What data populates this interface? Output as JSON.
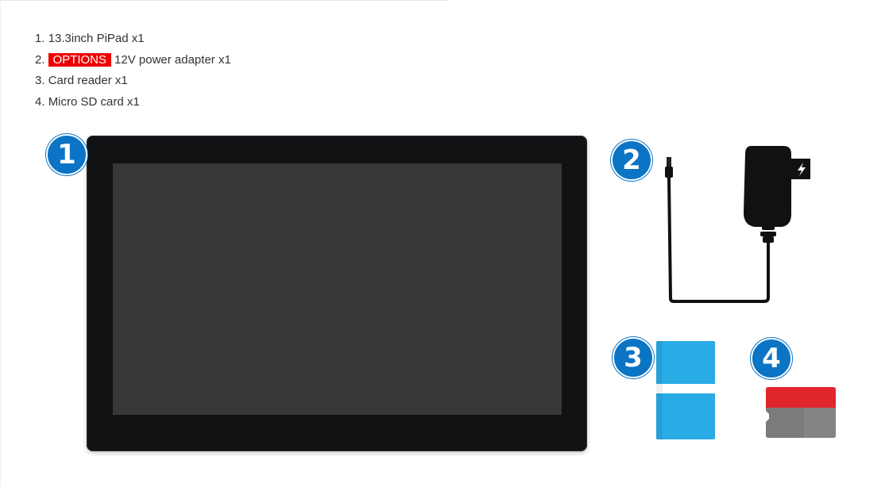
{
  "package_list": {
    "items": [
      {
        "index": "1.",
        "text": "13.3inch PiPad x1"
      },
      {
        "index": "2.",
        "badge": "OPTIONS",
        "text": "12V power adapter x1"
      },
      {
        "index": "3.",
        "text": "Card reader x1"
      },
      {
        "index": "4.",
        "text": "Micro SD card x1"
      }
    ]
  },
  "badges": {
    "b1": "1",
    "b2": "2",
    "b3": "3",
    "b4": "4"
  },
  "colors": {
    "badge_blue": "#0c74c5",
    "options_red": "#ee0000",
    "card_reader_blue": "#29abe6",
    "sd_red": "#e0262b",
    "sd_gray": "#7b7b7b"
  },
  "icons": {
    "adapter": "power-adapter-icon",
    "bolt": "lightning-bolt-icon"
  }
}
